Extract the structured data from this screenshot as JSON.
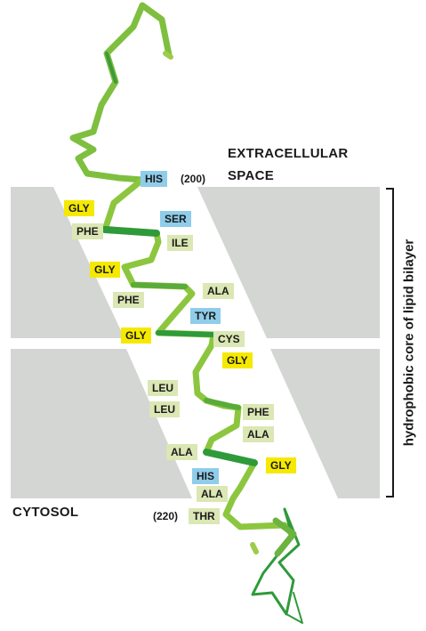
{
  "regions": {
    "extracellular_line1": "EXTRACELLULAR",
    "extracellular_line2": "SPACE",
    "cytosol": "CYTOSOL",
    "bilayer_bracket_label": "hydrophobic core of lipid bilayer"
  },
  "residue_numbers": {
    "his_200": "(200)",
    "thr_220": "(220)"
  },
  "residues": [
    {
      "name": "HIS",
      "class": "polar"
    },
    {
      "name": "GLY",
      "class": "glycine"
    },
    {
      "name": "SER",
      "class": "polar"
    },
    {
      "name": "PHE",
      "class": "nonpolar"
    },
    {
      "name": "ILE",
      "class": "nonpolar"
    },
    {
      "name": "GLY",
      "class": "glycine"
    },
    {
      "name": "ALA",
      "class": "nonpolar"
    },
    {
      "name": "PHE",
      "class": "nonpolar"
    },
    {
      "name": "TYR",
      "class": "polar"
    },
    {
      "name": "GLY",
      "class": "glycine"
    },
    {
      "name": "CYS",
      "class": "nonpolar"
    },
    {
      "name": "GLY",
      "class": "glycine"
    },
    {
      "name": "LEU",
      "class": "nonpolar"
    },
    {
      "name": "LEU",
      "class": "nonpolar"
    },
    {
      "name": "PHE",
      "class": "nonpolar"
    },
    {
      "name": "ALA",
      "class": "nonpolar"
    },
    {
      "name": "ALA",
      "class": "nonpolar"
    },
    {
      "name": "GLY",
      "class": "glycine"
    },
    {
      "name": "HIS",
      "class": "polar"
    },
    {
      "name": "ALA",
      "class": "nonpolar"
    },
    {
      "name": "THR",
      "class": "nonpolar"
    }
  ],
  "colors": {
    "polar": "#8fcdea",
    "glycine": "#f5e900",
    "nonpolar": "#dbe7b4",
    "membrane": "#d3d6d3",
    "chain_light": "#9ccc4a",
    "chain_dark": "#2f9a3a",
    "chain_mid": "#6cb33f"
  }
}
